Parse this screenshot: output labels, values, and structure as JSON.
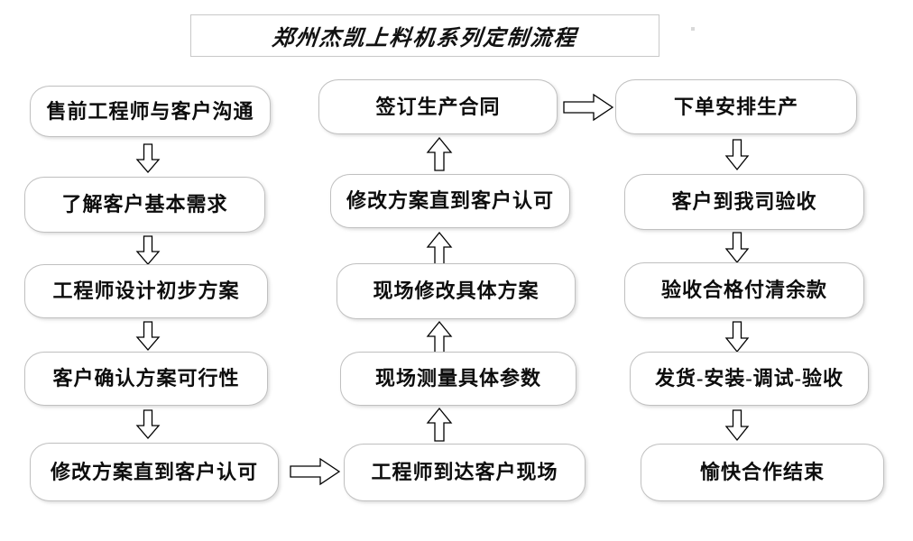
{
  "title": {
    "text": "郑州杰凯上料机系列定制流程"
  },
  "colors": {
    "box_border": "#c0c0c0",
    "title_border": "#c8c8c8",
    "text": "#0d0d0d",
    "arrow_stroke": "#000000",
    "background": "#ffffff"
  },
  "columns": [
    {
      "name": "left-column",
      "steps": [
        {
          "label": "售前工程师与客户沟通"
        },
        {
          "label": "了解客户基本需求"
        },
        {
          "label": "工程师设计初步方案"
        },
        {
          "label": "客户确认方案可行性"
        },
        {
          "label": "修改方案直到客户认可"
        }
      ],
      "flow_direction": "down"
    },
    {
      "name": "middle-column",
      "steps": [
        {
          "label": "签订生产合同"
        },
        {
          "label": "修改方案直到客户认可"
        },
        {
          "label": "现场修改具体方案"
        },
        {
          "label": "现场测量具体参数"
        },
        {
          "label": "工程师到达客户现场"
        }
      ],
      "flow_direction": "up"
    },
    {
      "name": "right-column",
      "steps": [
        {
          "label": "下单安排生产"
        },
        {
          "label": "客户到我司验收"
        },
        {
          "label": "验收合格付清余款"
        },
        {
          "label": "发货-安装-调试-验收"
        },
        {
          "label": "愉快合作结束"
        }
      ],
      "flow_direction": "down"
    }
  ],
  "connectors": {
    "left_to_middle": "right-arrow",
    "middle_to_right": "right-arrow",
    "left_vertical": "down-arrow",
    "middle_vertical": "up-arrow",
    "right_vertical": "down-arrow"
  }
}
